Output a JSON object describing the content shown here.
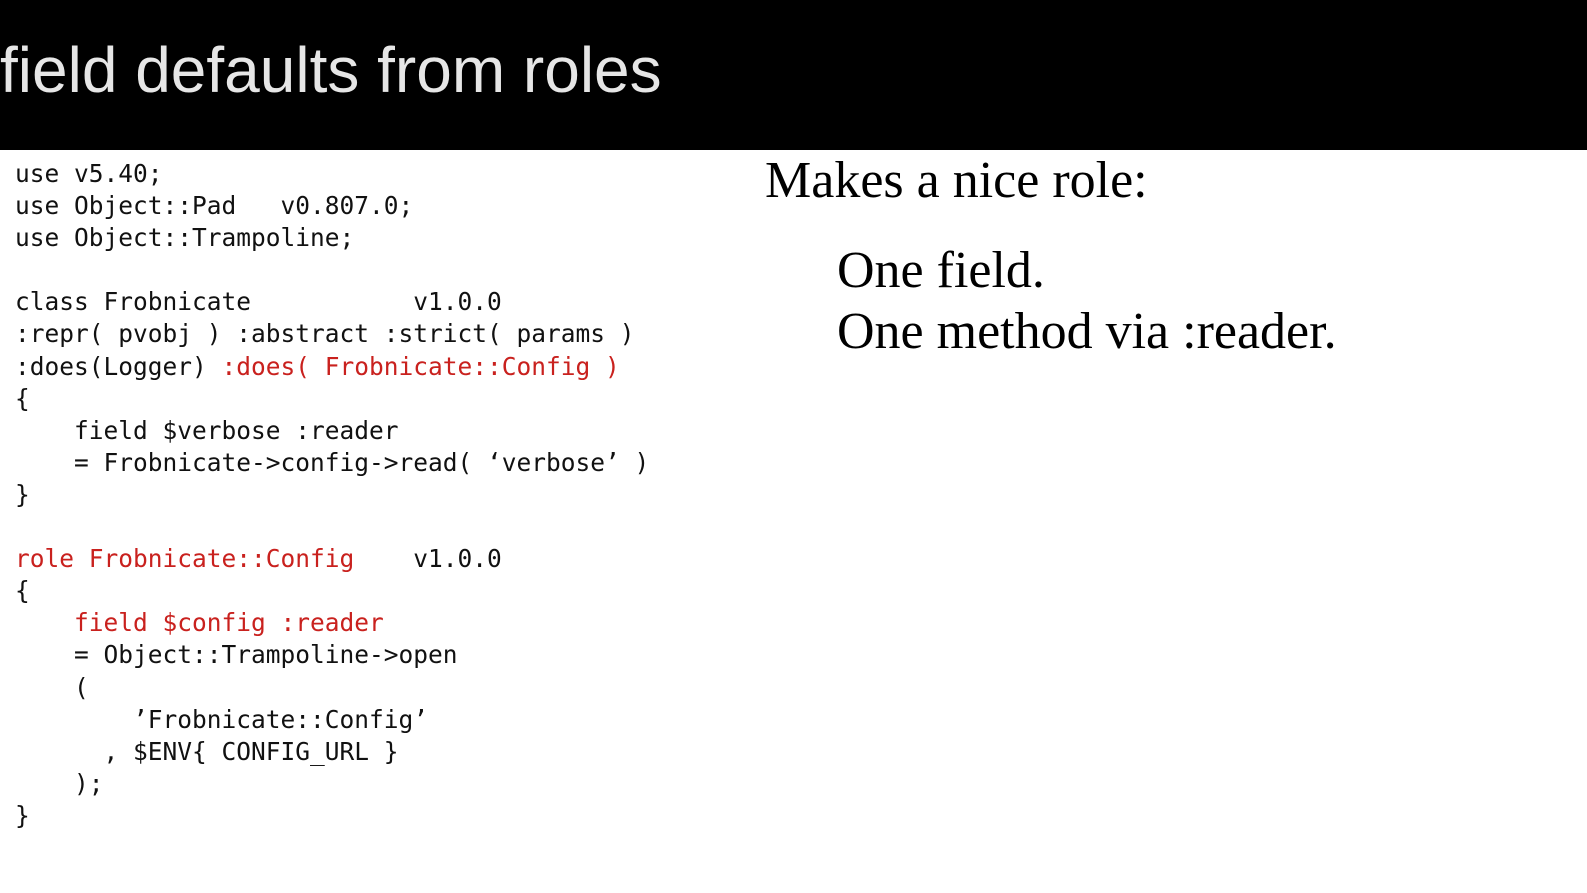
{
  "slide": {
    "title": "field defaults from roles",
    "code_lines": [
      [
        {
          "text": "use v5.40;",
          "hl": false
        }
      ],
      [
        {
          "text": "use Object::Pad   v0.807.0;",
          "hl": false
        }
      ],
      [
        {
          "text": "use Object::Trampoline;",
          "hl": false
        }
      ],
      [
        {
          "text": "",
          "hl": false
        }
      ],
      [
        {
          "text": "class Frobnicate           v1.0.0",
          "hl": false
        }
      ],
      [
        {
          "text": ":repr( pvobj ) :abstract :strict( params )",
          "hl": false
        }
      ],
      [
        {
          "text": ":does(Logger) ",
          "hl": false
        },
        {
          "text": ":does( Frobnicate::Config )",
          "hl": true
        }
      ],
      [
        {
          "text": "{",
          "hl": false
        }
      ],
      [
        {
          "text": "    field $verbose :reader",
          "hl": false
        }
      ],
      [
        {
          "text": "    = Frobnicate->config->read( ‘verbose’ )",
          "hl": false
        }
      ],
      [
        {
          "text": "}",
          "hl": false
        }
      ],
      [
        {
          "text": "",
          "hl": false
        }
      ],
      [
        {
          "text": "role Frobnicate::Config",
          "hl": true
        },
        {
          "text": "    v1.0.0",
          "hl": false
        }
      ],
      [
        {
          "text": "{",
          "hl": false
        }
      ],
      [
        {
          "text": "    ",
          "hl": false
        },
        {
          "text": "field $config :reader",
          "hl": true
        }
      ],
      [
        {
          "text": "    = Object::Trampoline->open",
          "hl": false
        }
      ],
      [
        {
          "text": "    (",
          "hl": false
        }
      ],
      [
        {
          "text": "        ’Frobnicate::Config’",
          "hl": false
        }
      ],
      [
        {
          "text": "      , $ENV{ CONFIG_URL }",
          "hl": false
        }
      ],
      [
        {
          "text": "    );",
          "hl": false
        }
      ],
      [
        {
          "text": "}",
          "hl": false
        }
      ]
    ],
    "notes": {
      "heading": "Makes a nice role:",
      "items": [
        "One field.",
        "One method via :reader."
      ]
    }
  },
  "colors": {
    "title_bar": "#000000",
    "title_text": "#e6e6e6",
    "code_text": "#111111",
    "highlight": "#c9211e",
    "background": "#ffffff"
  }
}
